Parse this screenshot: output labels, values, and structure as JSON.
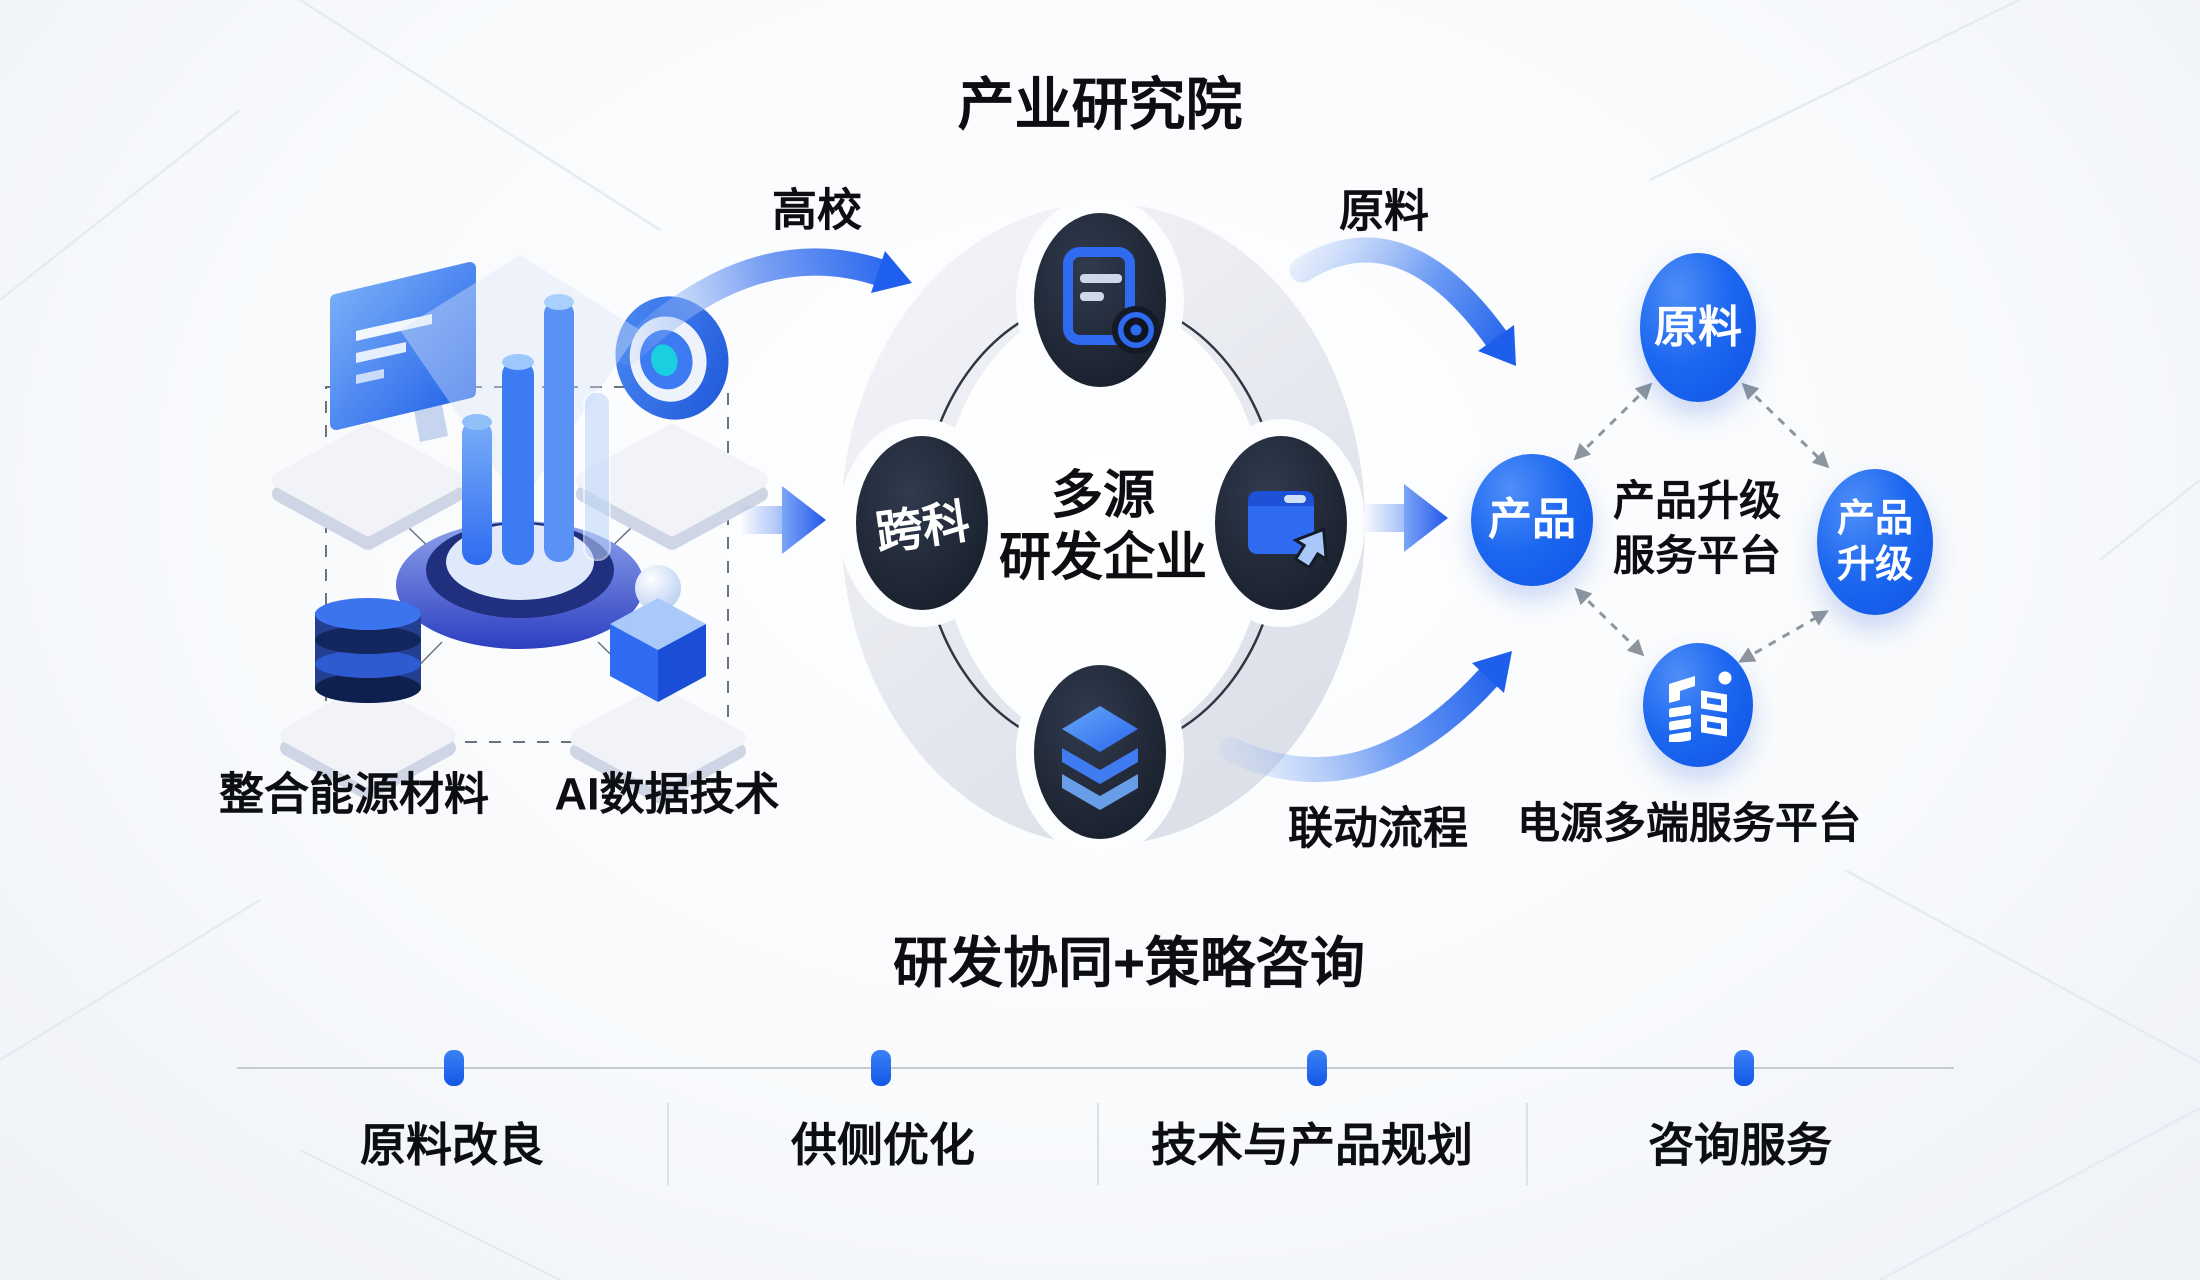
{
  "title": "产业研究院",
  "subtitle": "研发协同+策略咨询",
  "colors": {
    "accent_blue": "#1f6bf2",
    "node_dark": "#1b2230",
    "icon_blue": "#2e6bf0",
    "arrow_dashed_gray": "#8d959f",
    "timeline_line": "#c6cbd2",
    "text_dark": "#0c0e12",
    "ring_gray": "#e3e6ee"
  },
  "left_cluster": {
    "label_left": "整合能源材料",
    "label_right": "AI数据技术",
    "icons": [
      "monitor-icon",
      "target-icon",
      "bar-chart-podium-icon",
      "database-icon",
      "cube-icon"
    ]
  },
  "flows": {
    "university_label": "高校",
    "material_label": "原料",
    "linkage_label": "联动流程"
  },
  "ring": {
    "center_line1": "多源",
    "center_line2": "研发企业",
    "node_left_label": "跨科",
    "node_top_icon": "document-badge-icon",
    "node_right_icon": "book-arrow-icon",
    "node_bottom_icon": "layers-icon"
  },
  "right_group": {
    "node_product": "产品",
    "node_material": "原料",
    "node_upgrade_line1": "产品",
    "node_upgrade_line2": "升级",
    "node_power_icon": "power-box-icon",
    "center_line1": "产品升级",
    "center_line2": "服务平台",
    "bottom_label": "电源多端服务平台"
  },
  "timeline": {
    "items": [
      {
        "label": "原料改良"
      },
      {
        "label": "供侧优化"
      },
      {
        "label": "技术与产品规划"
      },
      {
        "label": "咨询服务"
      }
    ]
  }
}
